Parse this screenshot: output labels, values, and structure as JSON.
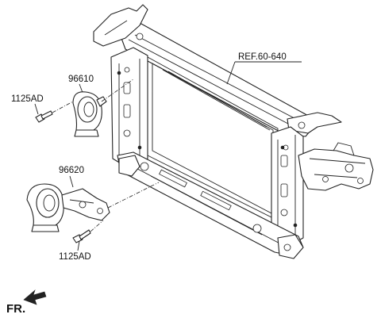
{
  "labels": {
    "ref": "REF.60-640",
    "part_upper": "96610",
    "bolt_upper": "1125AD",
    "part_lower": "96620",
    "bolt_lower": "1125AD",
    "front": "FR."
  }
}
